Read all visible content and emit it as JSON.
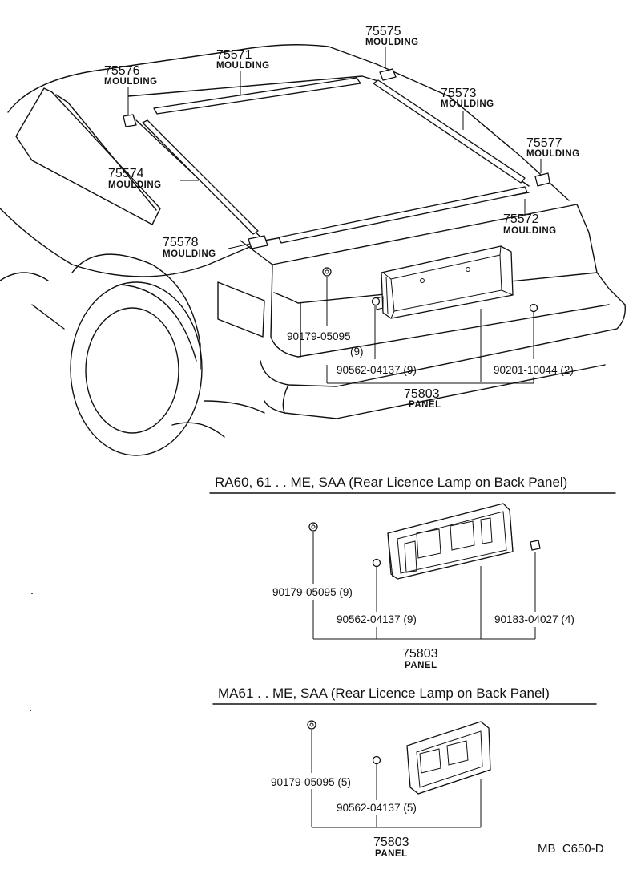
{
  "callouts": {
    "p75571": {
      "number": "75571",
      "name": "MOULDING"
    },
    "p75575": {
      "number": "75575",
      "name": "MOULDING"
    },
    "p75576": {
      "number": "75576",
      "name": "MOULDING"
    },
    "p75573": {
      "number": "75573",
      "name": "MOULDING"
    },
    "p75577": {
      "number": "75577",
      "name": "MOULDING"
    },
    "p75574": {
      "number": "75574",
      "name": "MOULDING"
    },
    "p75572": {
      "number": "75572",
      "name": "MOULDING"
    },
    "p75578": {
      "number": "75578",
      "name": "MOULDING"
    }
  },
  "main_panel": {
    "part_a": "90179-05095",
    "part_a_qty": "(9)",
    "part_b": "90562-04137 (9)",
    "part_c": "90201-10044 (2)",
    "panel_number": "75803",
    "panel_name": "PANEL"
  },
  "section_ra": {
    "title": "RA60, 61 . . ME, SAA (Rear Licence Lamp on Back Panel)",
    "part_a": "90179-05095 (9)",
    "part_b": "90562-04137 (9)",
    "part_c": "90183-04027 (4)",
    "panel_number": "75803",
    "panel_name": "PANEL"
  },
  "section_ma": {
    "title": "MA61 . . ME, SAA (Rear Licence Lamp on Back Panel)",
    "part_a": "90179-05095 (5)",
    "part_b": "90562-04137 (5)",
    "panel_number": "75803",
    "panel_name": "PANEL"
  },
  "diagram_code": "MB  C650-D"
}
